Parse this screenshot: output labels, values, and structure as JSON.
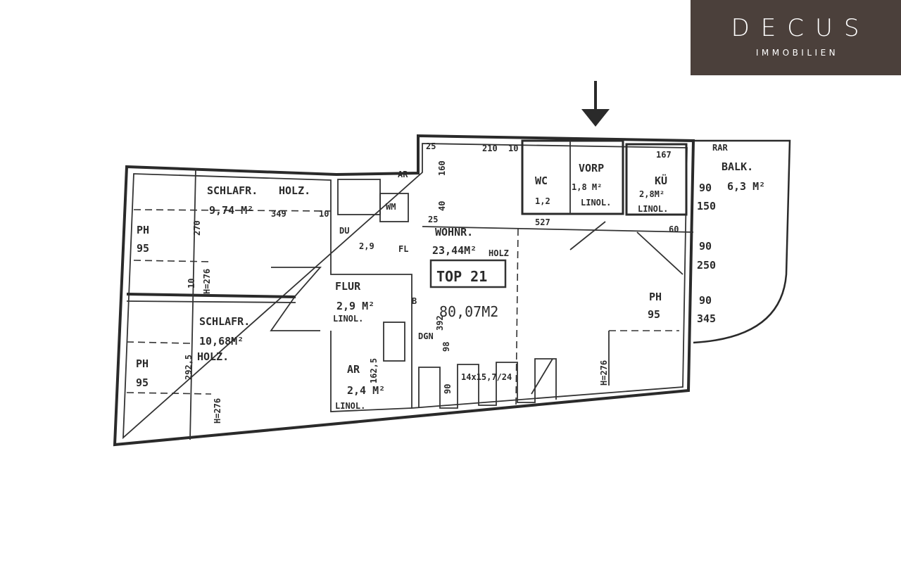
{
  "logo": {
    "brand": "DECUS",
    "sub": "IMMOBILIEN",
    "bg": "#4b403b"
  },
  "plan": {
    "unit_label": "TOP 21",
    "total_area": "80,07M2",
    "rooms": {
      "bed1": {
        "name": "SCHLAFR.",
        "floor": "HOLZ.",
        "area": "9,74 M²"
      },
      "bed2": {
        "name": "SCHLAFR.",
        "area": "10,68M²",
        "floor": "HOLZ."
      },
      "hall": {
        "name": "FLUR",
        "area": "2,9 M²",
        "floor": "LINOL."
      },
      "storage": {
        "name": "AR",
        "area": "2,4 M²",
        "floor": "LINOL."
      },
      "shower": {
        "name": "DU",
        "area": "2,9"
      },
      "wm": "WM",
      "fl": "FL",
      "ar_top": "AR",
      "wc": {
        "name": "WC",
        "area": "1,2"
      },
      "vorp": {
        "name": "VORP",
        "area": "1,8 M²",
        "floor": "LINOL."
      },
      "kitchen": {
        "name": "KÜ",
        "area": "2,8M²",
        "floor": "LINOL."
      },
      "living": {
        "name": "WOHNR.",
        "area": "23,44M²",
        "floor": "HOLZ"
      },
      "balcony": {
        "name": "BALK.",
        "area": "6,3 M²"
      },
      "rar": "RAR"
    },
    "windows": {
      "ph_label": "PH",
      "ph_value": "95",
      "ph_value_living": "95",
      "w1": [
        "90",
        "150"
      ],
      "w2": [
        "90",
        "250"
      ],
      "w3": [
        "90",
        "345"
      ]
    },
    "dims": {
      "d349": "349",
      "d10a": "10",
      "d270": "270",
      "d10b": "10",
      "d2925": "292,5",
      "h276": "H=276",
      "d25a": "25",
      "d160": "160",
      "d210": "210",
      "d10c": "10",
      "d527": "527",
      "d25b": "25",
      "d40": "40",
      "d167": "167",
      "d60": "60",
      "d392": "392",
      "d98": "98",
      "d90": "90",
      "d1625": "162,5",
      "stairs": "14x15,7/24",
      "dgn": "DGN",
      "b": "B"
    }
  }
}
